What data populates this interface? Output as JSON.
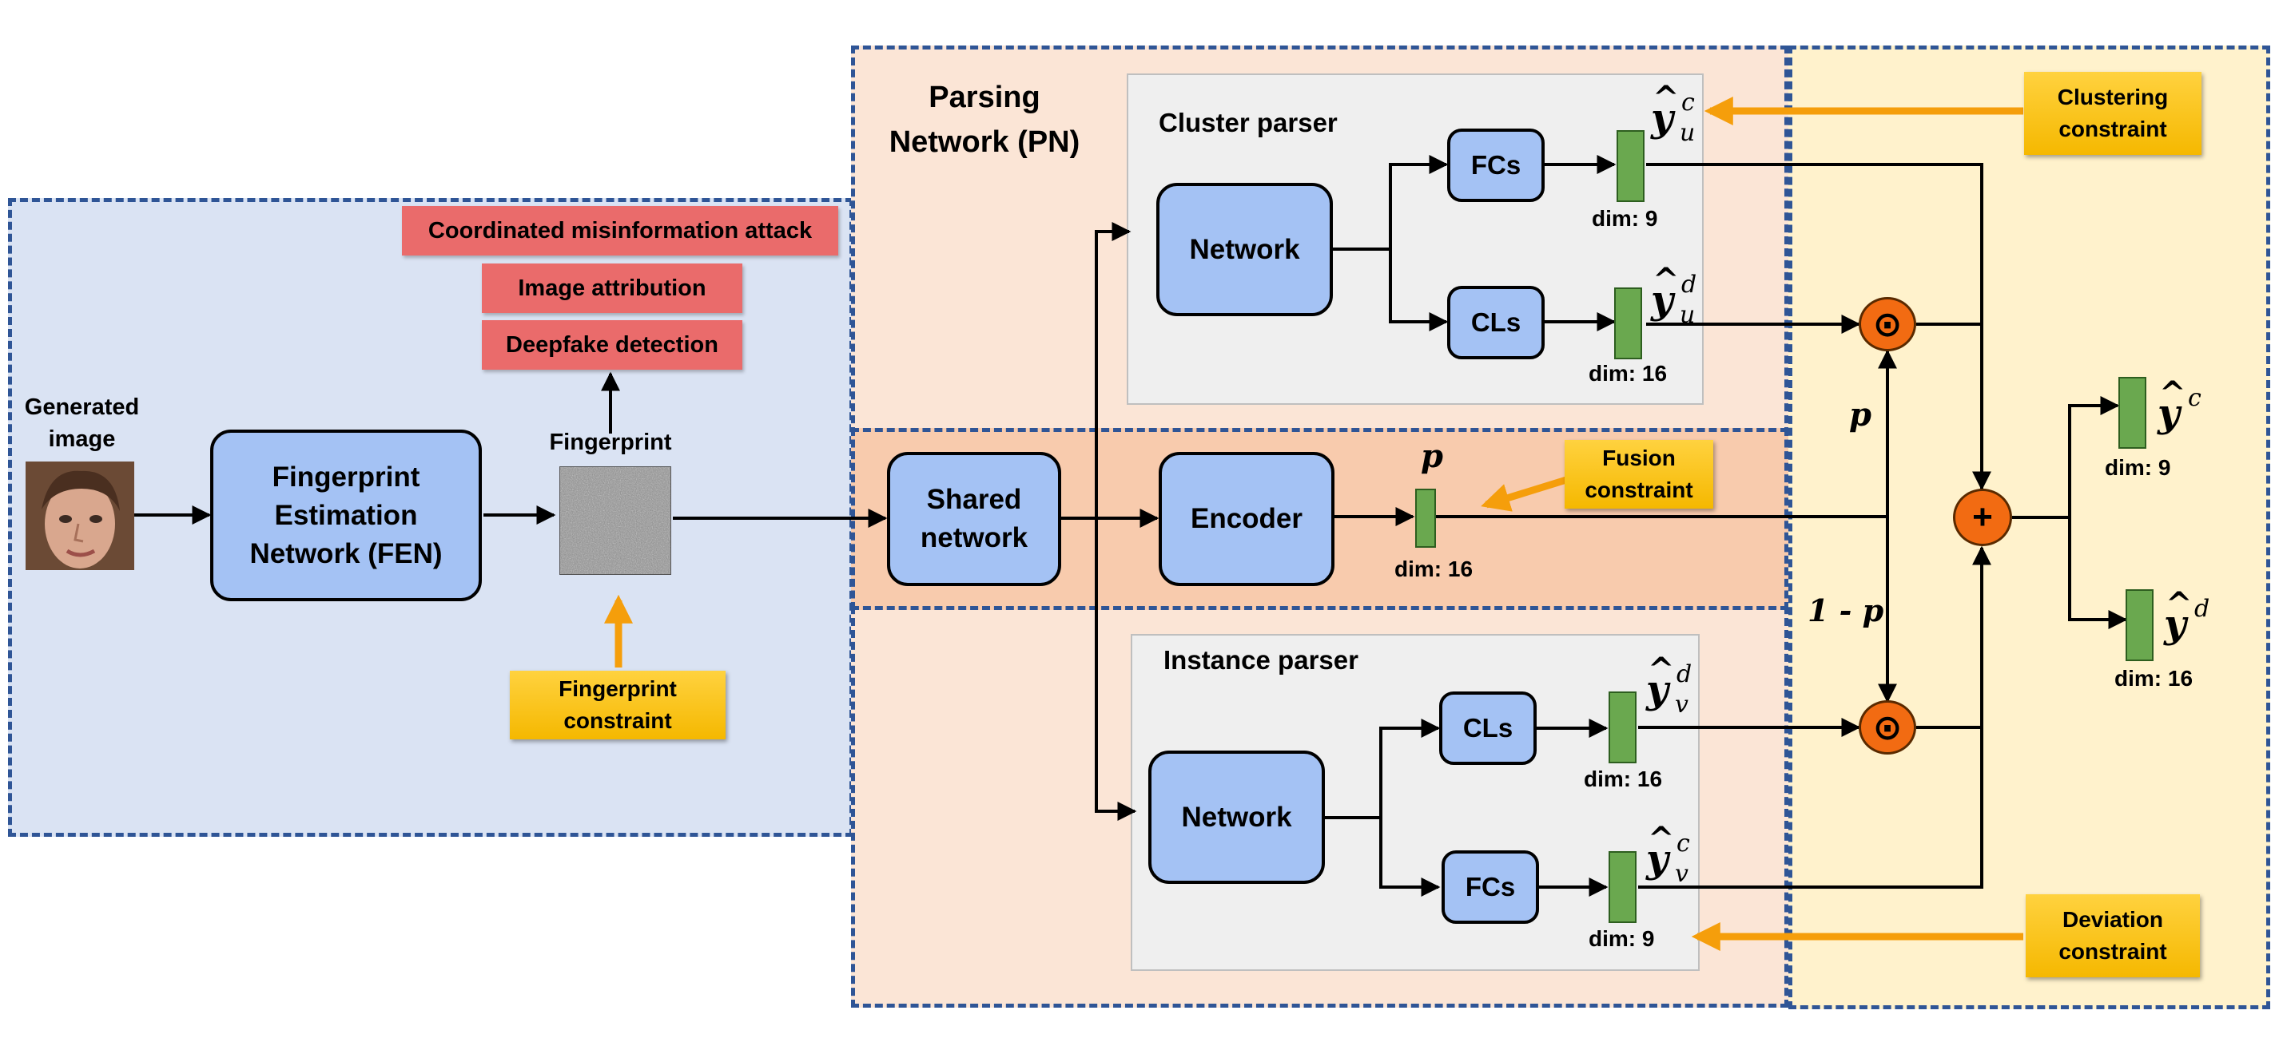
{
  "pn_title": "Parsing\nNetwork (PN)",
  "input_label": "Generated\nimage",
  "fen_label": "Fingerprint\nEstimation\nNetwork (FEN)",
  "fingerprint_label": "Fingerprint",
  "applications": [
    "Coordinated misinformation attack",
    "Image attribution",
    "Deepfake detection"
  ],
  "fingerprint_constraint": "Fingerprint\nconstraint",
  "shared_network": "Shared\nnetwork",
  "encoder": "Encoder",
  "p_label": "p",
  "p_dim": "dim: 16",
  "fusion_constraint": "Fusion\nconstraint",
  "cluster_parser": {
    "title": "Cluster parser",
    "network": "Network",
    "fcs": "FCs",
    "cls": "CLs",
    "fcs_dim": "dim: 9",
    "cls_dim": "dim: 16"
  },
  "instance_parser": {
    "title": "Instance parser",
    "network": "Network",
    "cls": "CLs",
    "fcs": "FCs",
    "cls_dim": "dim: 16",
    "fcs_dim": "dim: 9"
  },
  "clustering_constraint": "Clustering\nconstraint",
  "deviation_constraint": "Deviation\nconstraint",
  "weight_p": "p",
  "weight_1mp": "1 - p",
  "hadamard_symbol": "⊙",
  "sum_symbol": "+",
  "out_c_dim": "dim: 9",
  "out_d_dim": "dim: 16",
  "colors": {
    "fen_region": "#dae3f3",
    "pn_region": "#fbe5d6",
    "shared_band": "#f8cbad",
    "fusion_region": "#fff2cc",
    "module_blue": "#a4c2f4",
    "application_red": "#ea6b6b",
    "constraint_yellow": "#ffc000",
    "feature_green": "#6aa84f",
    "operator_orange": "#f26b12",
    "constraint_arrow": "#f59e0b",
    "dash_border": "#2f5596"
  }
}
